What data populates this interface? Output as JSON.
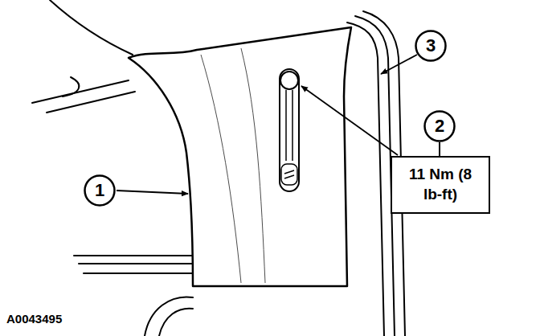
{
  "diagram": {
    "nodes": [
      {
        "text": [
          "3"
        ]
      },
      {
        "text": [
          "2"
        ]
      },
      {
        "text": [
          "1"
        ]
      },
      {
        "text": [
          "11 Nm (8 lb-ft)"
        ]
      }
    ],
    "edges": [
      {
        "from": 1,
        "to": 3,
        "arrow": "none"
      }
    ],
    "labels": [
      "A0043495"
    ]
  }
}
